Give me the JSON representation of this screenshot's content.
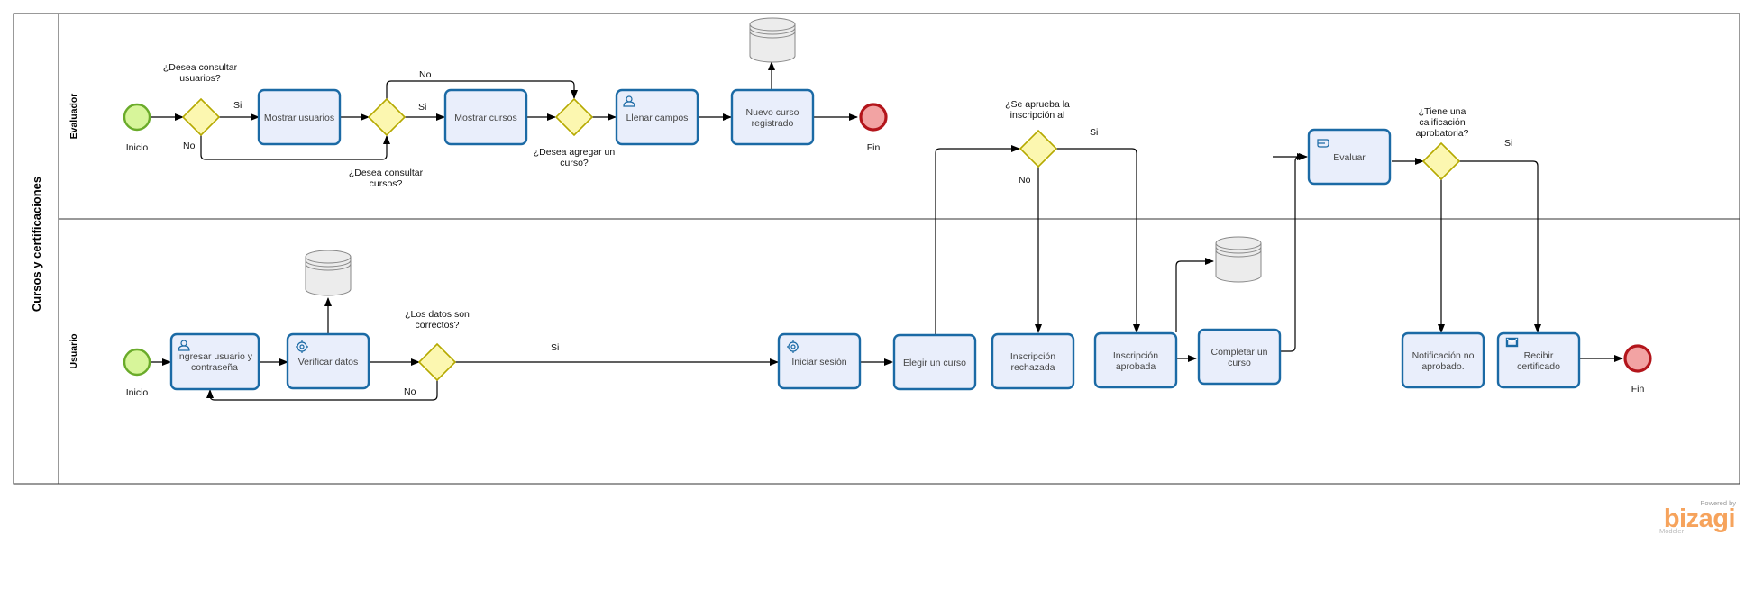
{
  "pool": {
    "title": "Cursos y certificaciones"
  },
  "lanes": {
    "evaluador": "Evaluador",
    "usuario": "Usuario"
  },
  "events": {
    "start_eval": "Inicio",
    "end_eval": "Fin",
    "start_user": "Inicio",
    "end_user": "Fin"
  },
  "tasks": {
    "mostrar_usuarios": [
      "Mostrar usuarios"
    ],
    "mostrar_cursos": [
      "Mostrar cursos"
    ],
    "llenar_campos": [
      "Llenar campos"
    ],
    "nuevo_curso": [
      "Nuevo curso",
      "registrado"
    ],
    "evaluar": [
      "Evaluar"
    ],
    "ingresar_usuario": [
      "Ingresar usuario y",
      "contraseña"
    ],
    "verificar_datos": [
      "Verificar datos"
    ],
    "iniciar_sesion": [
      "Iniciar sesión"
    ],
    "elegir_curso": [
      "Elegir un curso"
    ],
    "inscripcion_rechazada": [
      "Inscripción",
      "rechazada"
    ],
    "inscripcion_aprobada": [
      "Inscripción",
      "aprobada"
    ],
    "completar_curso": [
      "Completar un",
      "curso"
    ],
    "notificacion_no": [
      "Notificación no",
      "aprobado."
    ],
    "recibir_certificado": [
      "Recibir",
      "certificado"
    ]
  },
  "gateways": {
    "consultar_usuarios": [
      "¿Desea consultar",
      "usuarios?"
    ],
    "consultar_cursos": [
      "¿Desea consultar",
      "cursos?"
    ],
    "agregar_curso": [
      "¿Desea agregar un",
      "curso?"
    ],
    "aprueba_inscripcion": [
      "¿Se aprueba la",
      "inscripción al"
    ],
    "calificacion": [
      "¿Tiene una",
      "calificación",
      "aprobatoria?"
    ],
    "datos_correctos": [
      "¿Los datos son",
      "correctos?"
    ]
  },
  "flow_labels": {
    "si": "Si",
    "no": "No"
  },
  "branding": {
    "powered_by": "Powered by",
    "logo": "bizagi",
    "product": "Modeler",
    "logo_color": "#f6a35c"
  },
  "colors": {
    "task_fill": "#e9eefb",
    "task_stroke": "#1b6aa5",
    "gateway_fill": "#fcf7b0",
    "start_fill": "#d7f59a",
    "end_fill": "#f2a3a3"
  }
}
